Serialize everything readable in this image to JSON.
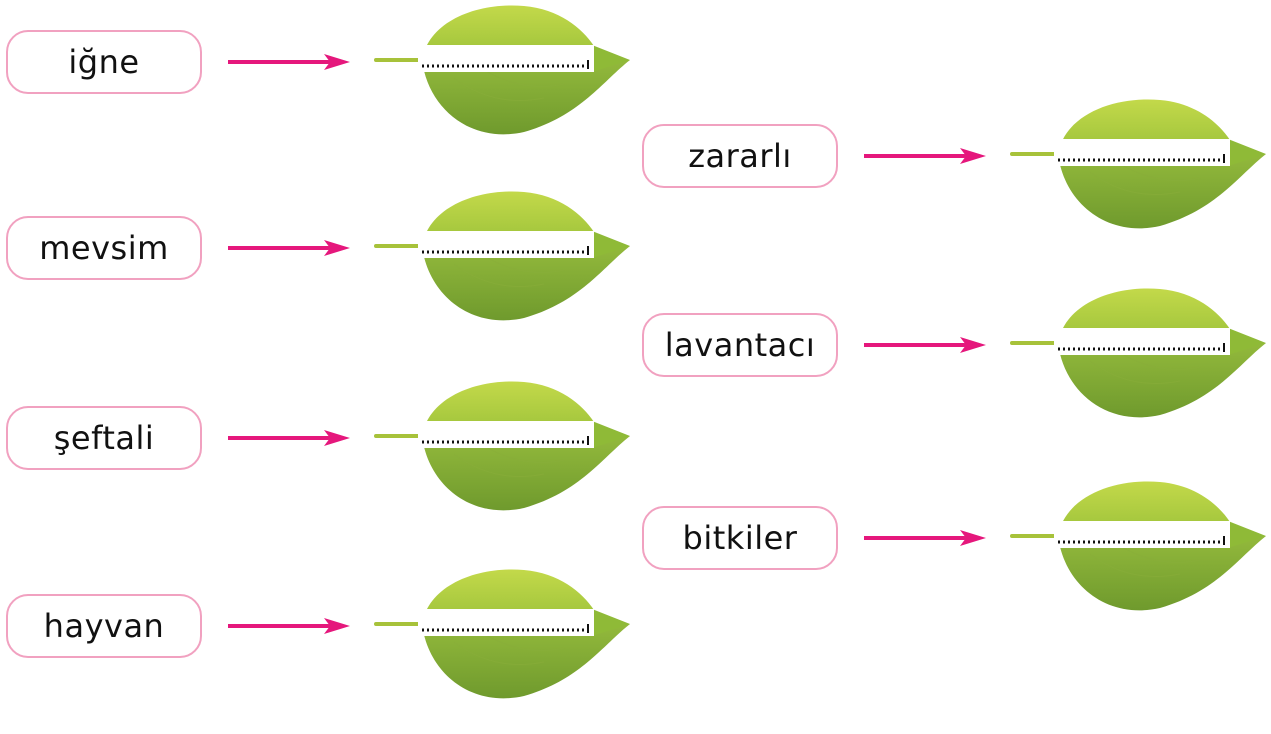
{
  "colors": {
    "box_border": "#f1a1c0",
    "arrow": "#e5177c",
    "leaf_light": "#c3d94a",
    "leaf_dark": "#6f9a2d",
    "stem": "#a7c23a",
    "answer_line": "#111111"
  },
  "icons": {
    "arrow": "arrow-right-icon",
    "leaf": "leaf-icon"
  },
  "words": [
    {
      "text": "iğne"
    },
    {
      "text": "mevsim"
    },
    {
      "text": "şeftali"
    },
    {
      "text": "hayvan"
    },
    {
      "text": "zararlı"
    },
    {
      "text": "lavantacı"
    },
    {
      "text": "bitkiler"
    }
  ]
}
